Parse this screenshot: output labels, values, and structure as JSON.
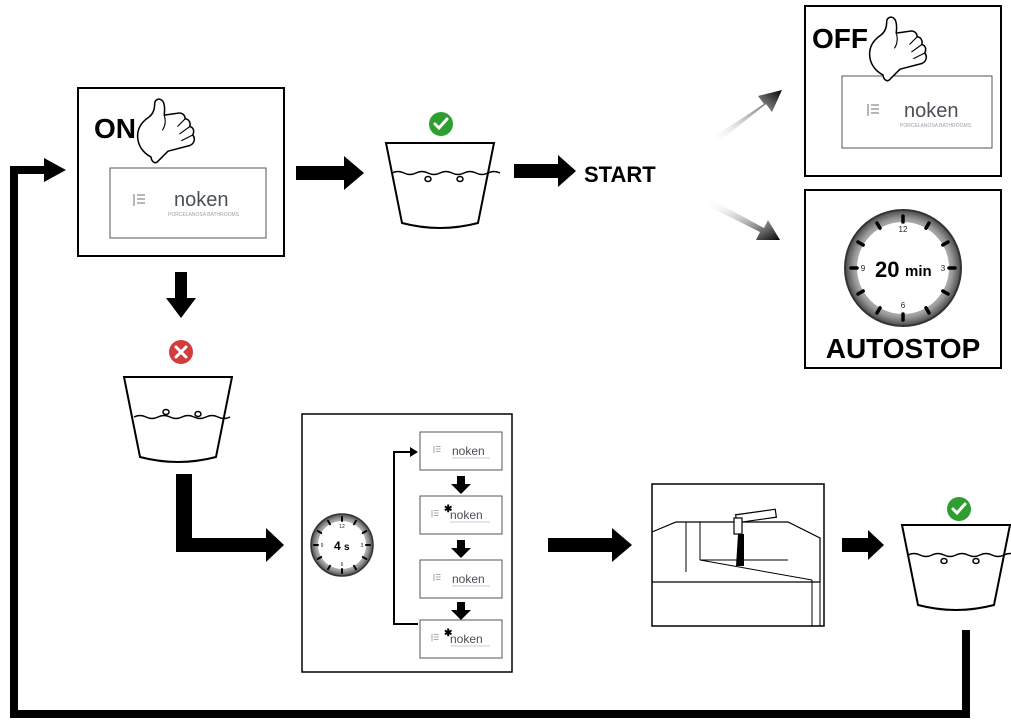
{
  "labels": {
    "on": "ON",
    "off": "OFF",
    "start": "START",
    "autostop": "AUTOSTOP"
  },
  "brand": {
    "name": "noken",
    "tagline": "PORCELANOSA BATHROOMS"
  },
  "timers": {
    "autostop": {
      "value": "20",
      "unit": "min"
    },
    "cycle": {
      "value": "4",
      "unit": "s"
    },
    "dial_numbers": {
      "top": "12",
      "right": "3",
      "bottom": "6",
      "left": "9"
    }
  },
  "status": {
    "ok_symbol": "✓",
    "fail_symbol": "✕",
    "ok_color": "#2e9e2e",
    "fail_color": "#d23c3c"
  },
  "icons": [
    "hand-press-icon",
    "check-icon",
    "cross-icon",
    "clock-icon",
    "container-icon",
    "fill-tank-icon"
  ]
}
